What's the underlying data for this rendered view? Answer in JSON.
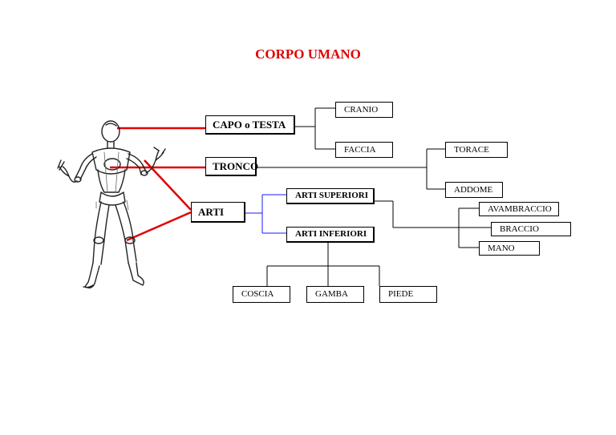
{
  "title": "CORPO UMANO",
  "colors": {
    "title": "#e00000",
    "connector_red": "#e00000",
    "connector_blue": "#1a1aff",
    "line": "#000000"
  },
  "nodes": {
    "capo": "CAPO o TESTA",
    "tronco": "TRONCO",
    "arti": "ARTI",
    "cranio": "CRANIO",
    "faccia": "FACCIA",
    "torace": "TORACE",
    "addome": "ADDOME",
    "arti_superiori": "ARTI SUPERIORI",
    "arti_inferiori": "ARTI INFERIORI",
    "avambraccio": "AVAMBRACCIO",
    "braccio": "BRACCIO",
    "mano": "MANO",
    "coscia": "COSCIA",
    "gamba": "GAMBA",
    "piede": "PIEDE"
  }
}
